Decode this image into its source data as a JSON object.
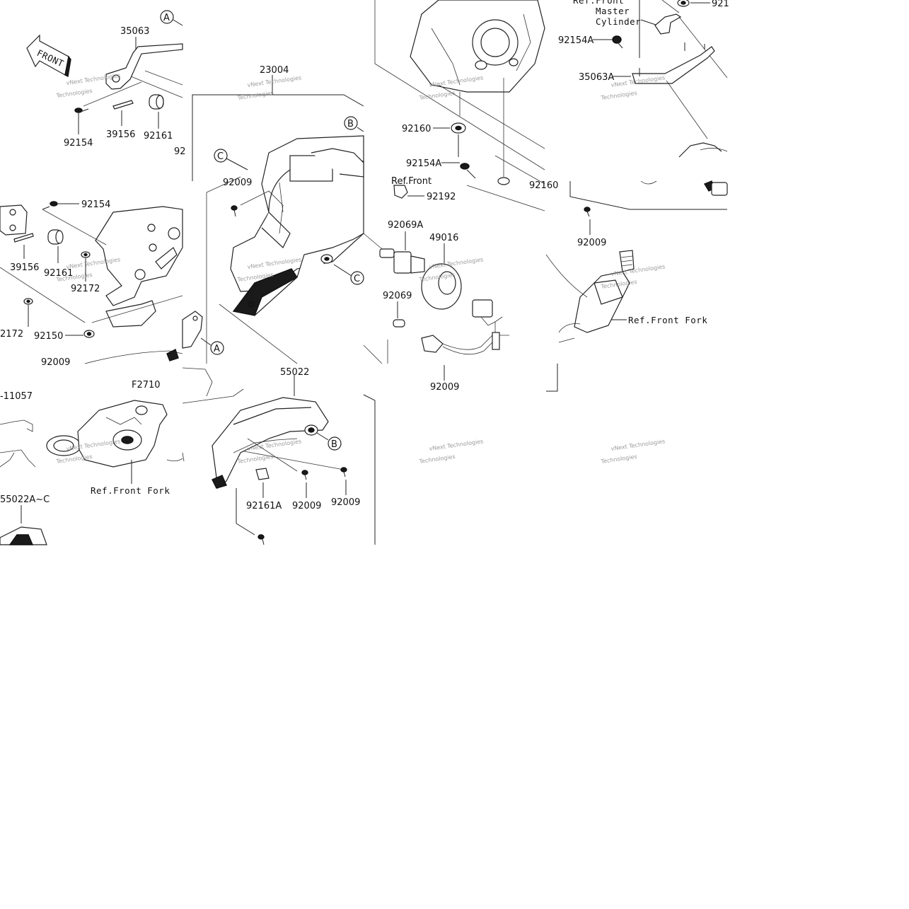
{
  "labels": {
    "front_arrow": "FRONT",
    "p35063": "35063",
    "p92154_a": "92154",
    "p39156_a": "39156",
    "p92161_a": "92161",
    "p92_cut": "92",
    "p92154_b": "92154",
    "p39156_b": "39156",
    "p92161_b": "92161",
    "p92172_a": "92172",
    "p2172_cut": "2172",
    "p92150": "92150",
    "p92009_cut": "92009",
    "p11057": "-11057",
    "pF2710": "F2710",
    "ref_front_fork_a": "Ref.Front Fork",
    "p55022ac": "55022A~C",
    "p23004": "23004",
    "p92009_top": "92009",
    "p55022": "55022",
    "p92161A": "92161A",
    "p92009_c": "92009",
    "p92009_d": "92009",
    "p92160_a": "92160",
    "p92154A_a": "92154A",
    "ref_front_cut": "Ref.Front",
    "p92192": "92192",
    "p92069A": "92069A",
    "p49016": "49016",
    "p92069": "92069",
    "p92009_e": "92009",
    "p92160_b": "92160",
    "ref_front_mc_1": "Ref.Front",
    "ref_front_mc_2": "Master",
    "ref_front_mc_3": "Cylinder",
    "p921_cut": "921",
    "p92154A_b": "92154A",
    "p35063A": "35063A",
    "p92009_f": "92009",
    "ref_front_fork_b": "Ref.Front Fork"
  },
  "callouts": {
    "A1": "A",
    "A2": "A",
    "B1": "B",
    "B2": "B",
    "C1": "C",
    "C2": "C"
  },
  "watermark": {
    "line1": "vNext Technologies",
    "line2": "Technologies"
  }
}
